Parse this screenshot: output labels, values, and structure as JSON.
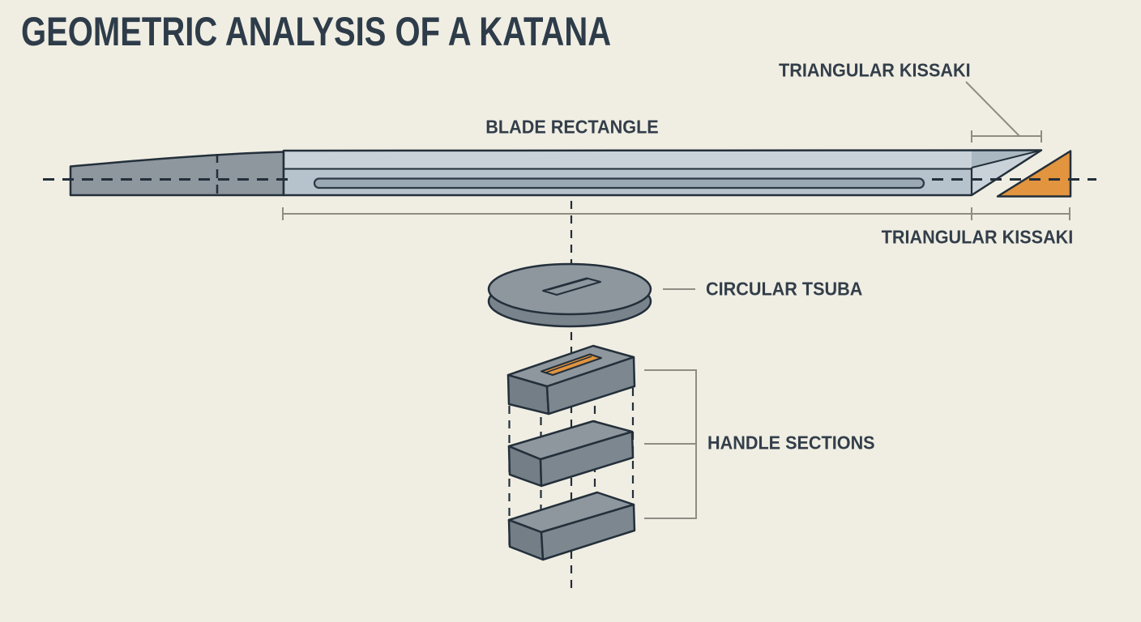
{
  "title": "GEOMETRIC ANALYSIS OF A KATANA",
  "labels": {
    "blade": "BLADE RECTANGLE",
    "kissaki_callout": "TRIANGULAR KISSAKI",
    "kissaki_dimension": "TRIANGULAR KISSAKI",
    "tsuba": "CIRCULAR TSUBA",
    "handle": "HANDLE SECTIONS"
  },
  "colors": {
    "background": "#f0eee3",
    "outline_ink": "#232f3a",
    "label_text": "#333e4a",
    "steel_light": "#c9d2d8",
    "steel_mid": "#b7c3cc",
    "steel_facet_dark": "#aab8c2",
    "groove_fill": "#9aa9b4",
    "metal_gray_top": "#8e979e",
    "metal_gray_side": "#7d8790",
    "metal_gray_front": "#747e87",
    "accent_orange": "#e2943e",
    "dimension_gray": "#8d8d85"
  }
}
